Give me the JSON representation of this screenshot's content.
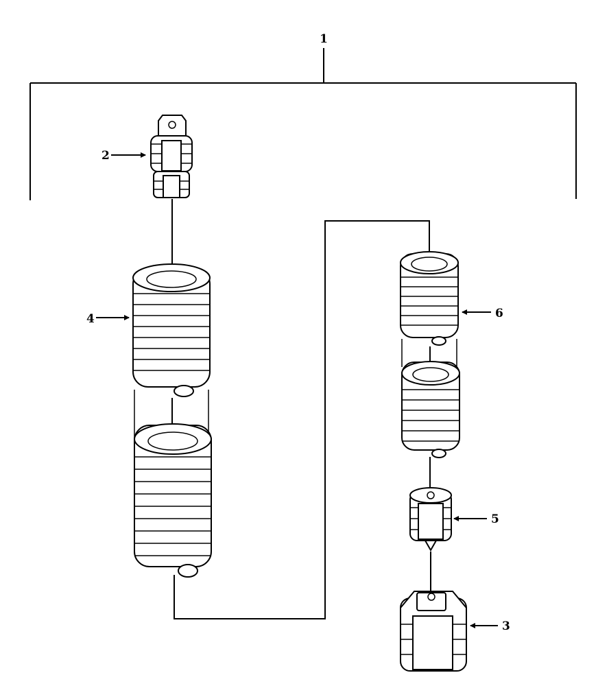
{
  "callouts": {
    "assembly": "1",
    "fitting_top": "2",
    "fitting_bottom": "3",
    "spring_large": "4",
    "plug": "5",
    "spring_small": "6"
  }
}
